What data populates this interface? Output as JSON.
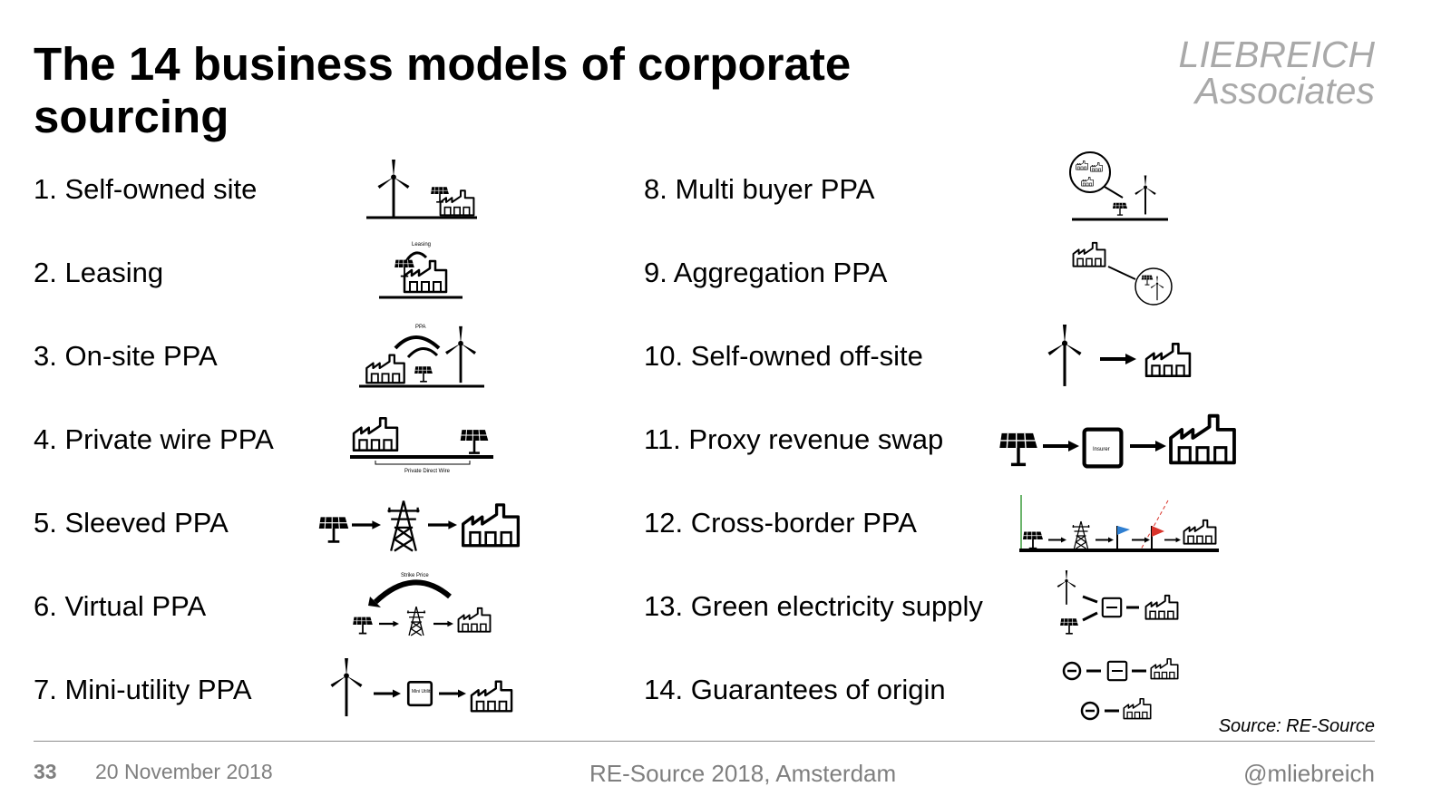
{
  "slide": {
    "title": "The 14 business models of corporate sourcing",
    "brand_line1": "LIEBREICH",
    "brand_line2": "Associates",
    "source": "Source: RE-Source"
  },
  "models": [
    {
      "label": "1. Self-owned site"
    },
    {
      "label": "2. Leasing",
      "icon_text": "Leasing"
    },
    {
      "label": "3. On-site PPA",
      "icon_text": "PPA"
    },
    {
      "label": "4. Private wire PPA",
      "icon_text": "Private Direct Wire"
    },
    {
      "label": "5. Sleeved PPA"
    },
    {
      "label": "6. Virtual PPA",
      "icon_text": "Strike Price"
    },
    {
      "label": "7. Mini-utility PPA",
      "icon_text": "Mini Utility"
    },
    {
      "label": "8. Multi buyer PPA"
    },
    {
      "label": "9. Aggregation PPA"
    },
    {
      "label": "10. Self-owned off-site"
    },
    {
      "label": "11. Proxy revenue swap",
      "icon_text": "Insurer"
    },
    {
      "label": "12. Cross-border PPA"
    },
    {
      "label": "13. Green electricity supply"
    },
    {
      "label": "14. Guarantees of origin"
    }
  ],
  "footer": {
    "page_number": "33",
    "date": "20 November 2018",
    "event": "RE-Source 2018, Amsterdam",
    "handle": "@mliebreich"
  },
  "colors": {
    "brand_gray": "#a9a9a9",
    "footer_gray": "#7f7f7f",
    "flag_blue": "#2f7fd1",
    "flag_red": "#d9342b",
    "ground_green": "#3a9a3a"
  }
}
